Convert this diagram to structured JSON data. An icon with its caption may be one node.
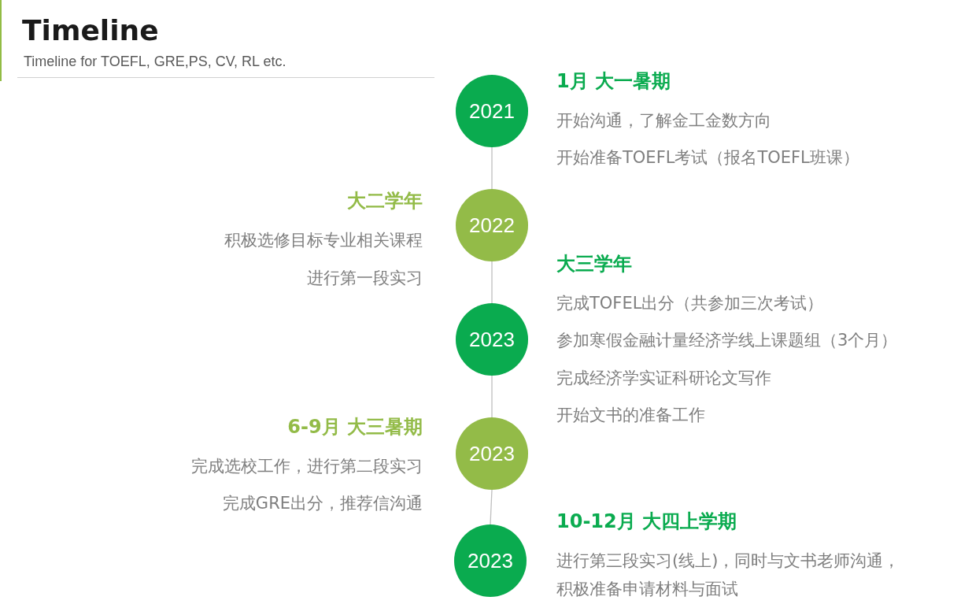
{
  "diagram": {
    "title": "Timeline",
    "labels": [
      "Timeline for TOEFL, GRE,PS, CV, RL etc."
    ],
    "nodes": [
      {
        "text": [
          "2021"
        ],
        "beside": [
          "1月 大一暑期",
          "开始沟通，了解金工金数方向",
          "开始准备TOEFL考试（报名TOEFL班课）"
        ]
      },
      {
        "text": [
          "2022"
        ],
        "beside": [
          "大二学年",
          "积极选修目标专业相关课程",
          "进行第一段实习"
        ]
      },
      {
        "text": [
          "2023"
        ],
        "beside": [
          "大三学年",
          "完成TOFEL出分（共参加三次考试）",
          "参加寒假金融计量经济学线上课题组（3个月）",
          "完成经济学实证科研论文写作",
          "开始文书的准备工作"
        ]
      },
      {
        "text": [
          "2023"
        ],
        "beside": [
          "6-9月 大三暑期",
          "完成选校工作，进行第二段实习",
          "完成GRE出分，推荐信沟通"
        ]
      },
      {
        "text": [
          "2023"
        ],
        "beside": [
          "10-12月 大四上学期",
          "进行第三段实习(线上)，同时与文书老师沟通，积极准备申请材料与面试"
        ]
      }
    ],
    "edges": [
      {
        "from": 0,
        "to": 1,
        "arrow": "none"
      },
      {
        "from": 1,
        "to": 2,
        "arrow": "none"
      },
      {
        "from": 2,
        "to": 3,
        "arrow": "none"
      },
      {
        "from": 3,
        "to": 4,
        "arrow": "none"
      }
    ]
  }
}
